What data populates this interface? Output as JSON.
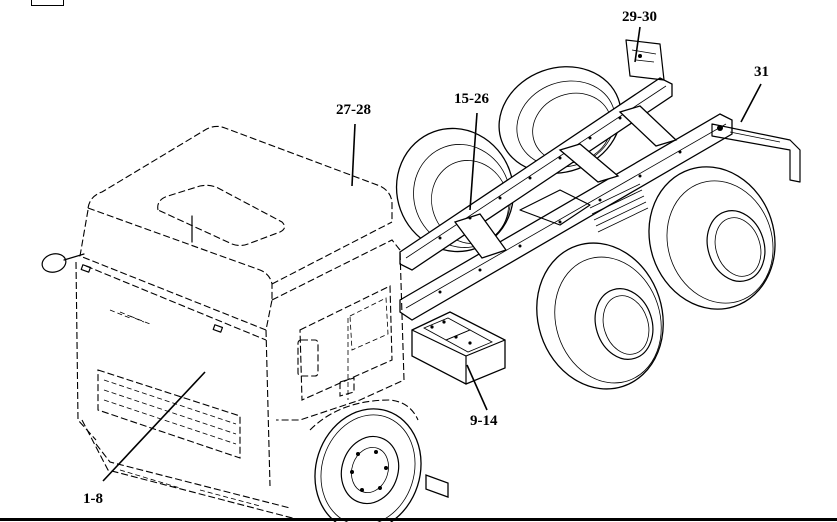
{
  "figure": {
    "subject": "truck chassis exploded assembly overview",
    "callouts": [
      {
        "id": "cab",
        "label": "1-8"
      },
      {
        "id": "battery-box",
        "label": "9-14"
      },
      {
        "id": "frame",
        "label": "15-26"
      },
      {
        "id": "cab-mount",
        "label": "27-28"
      },
      {
        "id": "rear-bracket-left",
        "label": "29-30"
      },
      {
        "id": "rear-bracket-right",
        "label": "31"
      }
    ]
  },
  "colors": {
    "line": "#000000",
    "background": "#ffffff"
  }
}
